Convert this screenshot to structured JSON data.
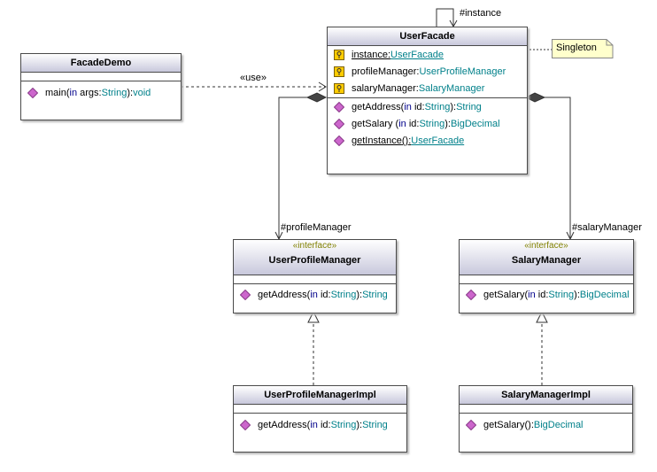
{
  "classes": {
    "facade_demo": {
      "name": "FacadeDemo",
      "operations": [
        {
          "name": "main",
          "open": "(",
          "dir": "in",
          "param": " args",
          "colon": ":",
          "ptype": "String",
          "close": ")",
          "rsep": ":",
          "rtype": "void"
        }
      ]
    },
    "user_facade": {
      "name": "UserFacade",
      "attributes": [
        {
          "name": "instance",
          "sep": ":",
          "type": "UserFacade"
        },
        {
          "name": "profileManager",
          "sep": ":",
          "type": "UserProfileManager"
        },
        {
          "name": "salaryManager",
          "sep": ":",
          "type": "SalaryManager"
        }
      ],
      "operations": [
        {
          "name": "getAddress",
          "open": "(",
          "dir": "in",
          "param": " id",
          "colon": ":",
          "ptype": "String",
          "close": ")",
          "rsep": ":",
          "rtype": "String"
        },
        {
          "name": "getSalary",
          "open": " (",
          "dir": "in",
          "param": " id",
          "colon": ":",
          "ptype": "String",
          "close": ")",
          "rsep": ":",
          "rtype": "BigDecimal"
        },
        {
          "name": "getInstance",
          "open": "()",
          "rsep": ":",
          "rtype": "UserFacade"
        }
      ]
    },
    "user_profile_manager": {
      "stereotype": "«interface»",
      "name": "UserProfileManager",
      "operations": [
        {
          "name": "getAddress",
          "open": "(",
          "dir": "in",
          "param": " id",
          "colon": ":",
          "ptype": "String",
          "close": ")",
          "rsep": ":",
          "rtype": "String"
        }
      ]
    },
    "salary_manager": {
      "stereotype": "«interface»",
      "name": "SalaryManager",
      "operations": [
        {
          "name": "getSalary",
          "open": "(",
          "dir": "in",
          "param": " id",
          "colon": ":",
          "ptype": "String",
          "close": ")",
          "rsep": ":",
          "rtype": "BigDecimal"
        }
      ]
    },
    "user_profile_manager_impl": {
      "name": "UserProfileManagerImpl",
      "operations": [
        {
          "name": "getAddress",
          "open": "(",
          "dir": "in",
          "param": " id",
          "colon": ":",
          "ptype": "String",
          "close": ")",
          "rsep": ":",
          "rtype": "String"
        }
      ]
    },
    "salary_manager_impl": {
      "name": "SalaryManagerImpl",
      "operations": [
        {
          "name": "getSalary",
          "open": "()",
          "rsep": ":",
          "rtype": "BigDecimal"
        }
      ]
    }
  },
  "relations": {
    "use": "«use»",
    "self_instance": "#instance",
    "profile_manager": "#profileManager",
    "salary_manager": "#salaryManager"
  },
  "note": {
    "text": "Singleton"
  },
  "colors": {
    "type": "#00808a",
    "keyword": "#00008b",
    "stereotype": "#808000",
    "operation_icon": "#cc66cc",
    "attribute_icon": "#ffcc00"
  },
  "icons": {
    "operation": "operation-diamond-icon",
    "attribute": "attribute-key-icon"
  }
}
